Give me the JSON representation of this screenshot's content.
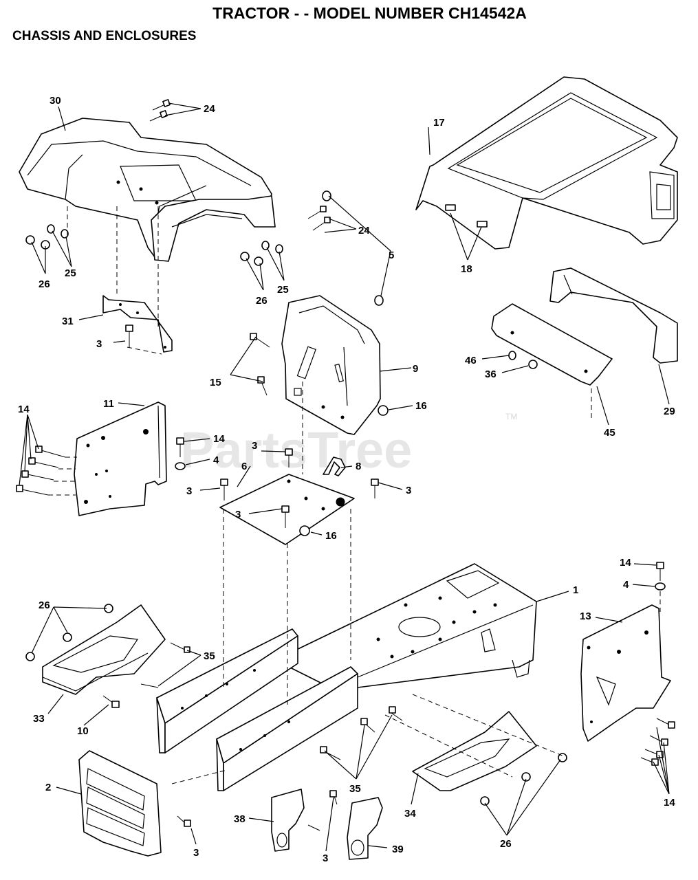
{
  "header": {
    "title": "TRACTOR - - MODEL NUMBER CH14542A",
    "section": "CHASSIS AND ENCLOSURES"
  },
  "watermark": {
    "text": "PartsTree",
    "tm": "TM"
  },
  "callouts": {
    "c30": "30",
    "c24a": "24",
    "c24b": "24",
    "c17": "17",
    "c18": "18",
    "c26a": "26",
    "c25a": "25",
    "c26b": "26",
    "c25b": "25",
    "c5": "5",
    "c31": "31",
    "c3a": "3",
    "c15": "15",
    "c9": "9",
    "c46": "46",
    "c36": "36",
    "c16a": "16",
    "c45": "45",
    "c29": "29",
    "c14a": "14",
    "c11": "11",
    "c14b": "14",
    "c4a": "4",
    "c3b": "3",
    "c8": "8",
    "c6": "6",
    "c3c": "3",
    "c3d": "3",
    "c3e": "3",
    "c16b": "16",
    "c14c": "14",
    "c1": "1",
    "c4b": "4",
    "c13": "13",
    "c26c": "26",
    "c35a": "35",
    "c33": "33",
    "c10": "10",
    "c2": "2",
    "c3f": "3",
    "c35b": "35",
    "c38": "38",
    "c34": "34",
    "c3g": "3",
    "c39": "39",
    "c26d": "26",
    "c14d": "14"
  }
}
